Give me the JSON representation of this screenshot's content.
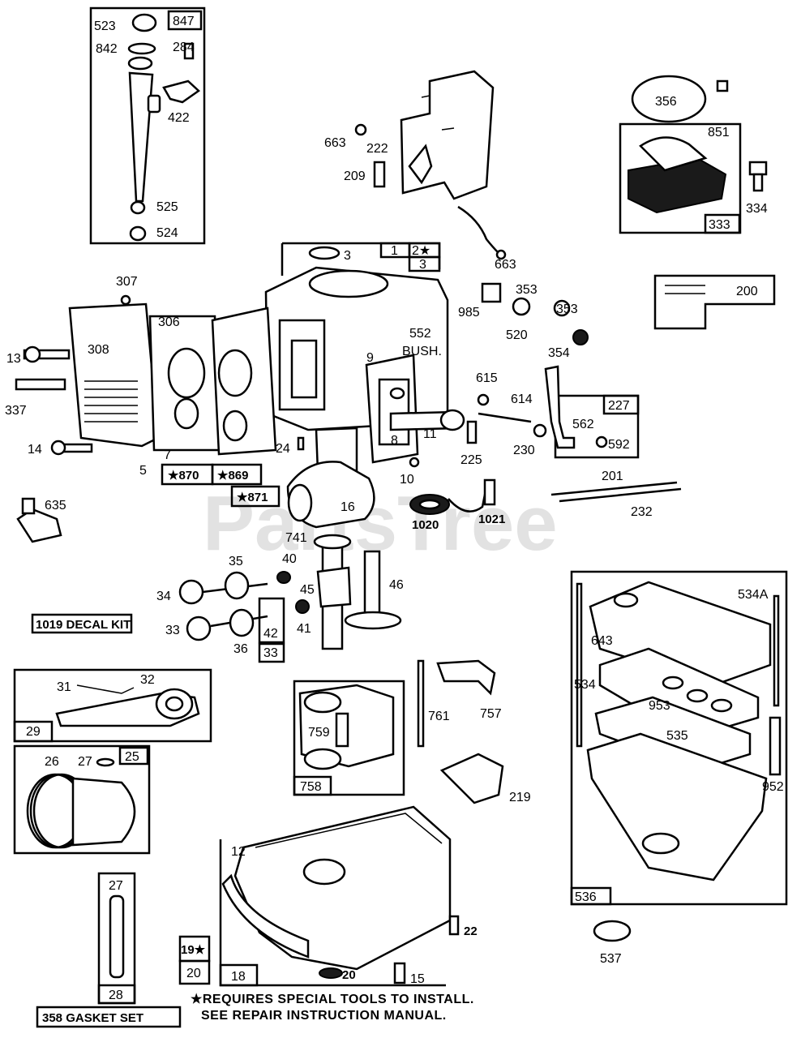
{
  "watermark": "PartsTree",
  "boxes": {
    "b847": "847",
    "b1": "1",
    "b2": "2★",
    "b3": "3",
    "b227": "227",
    "b333": "333",
    "b870": "★870",
    "b869": "★869",
    "b871": "★871",
    "b33": "33",
    "b29": "29",
    "b25": "25",
    "b758": "758",
    "b536": "536",
    "b19": "19★",
    "b20": "20",
    "b18": "18",
    "b28": "28",
    "b200": "200"
  },
  "labels": {
    "p523": "523",
    "p842": "842",
    "p284": "284",
    "p422": "422",
    "p525": "525",
    "p524": "524",
    "p663a": "663",
    "p222": "222",
    "p209": "209",
    "p663b": "663",
    "p356": "356",
    "p851": "851",
    "p334": "334",
    "p3": "3",
    "p307": "307",
    "p306": "306",
    "p308": "308",
    "p13": "13",
    "p337": "337",
    "p14": "14",
    "p7": "7",
    "p5": "5",
    "p985": "985",
    "p353a": "353",
    "p353b": "353",
    "p520": "520",
    "p354": "354",
    "p552": "552",
    "pbush": "BUSH.",
    "p9": "9",
    "p615": "615",
    "p614": "614",
    "p562": "562",
    "p592": "592",
    "p230": "230",
    "p225": "225",
    "p8": "8",
    "p11": "11",
    "p24": "24",
    "p10": "10",
    "p201": "201",
    "p232": "232",
    "p635": "635",
    "p16": "16",
    "p1020": "1020",
    "p1021": "1021",
    "p741": "741",
    "p35": "35",
    "p40": "40",
    "p34": "34",
    "p45": "45",
    "p46": "46",
    "p33": "33",
    "p36": "36",
    "p42": "42",
    "p41": "41",
    "p31": "31",
    "p32": "32",
    "p26": "26",
    "p27": "27",
    "p761": "761",
    "p757": "757",
    "p759": "759",
    "p219": "219",
    "p534a": "534A",
    "p643": "643",
    "p534": "534",
    "p953": "953",
    "p535": "535",
    "p952": "952",
    "p537": "537",
    "p12": "12",
    "p22": "22",
    "p15": "15",
    "p20b": "20",
    "p27b": "27"
  },
  "decal_kit": "1019 DECAL KIT",
  "gasket_set": "358 GASKET SET",
  "note_line1": "★REQUIRES SPECIAL TOOLS TO INSTALL.",
  "note_line2": "SEE REPAIR INSTRUCTION MANUAL."
}
